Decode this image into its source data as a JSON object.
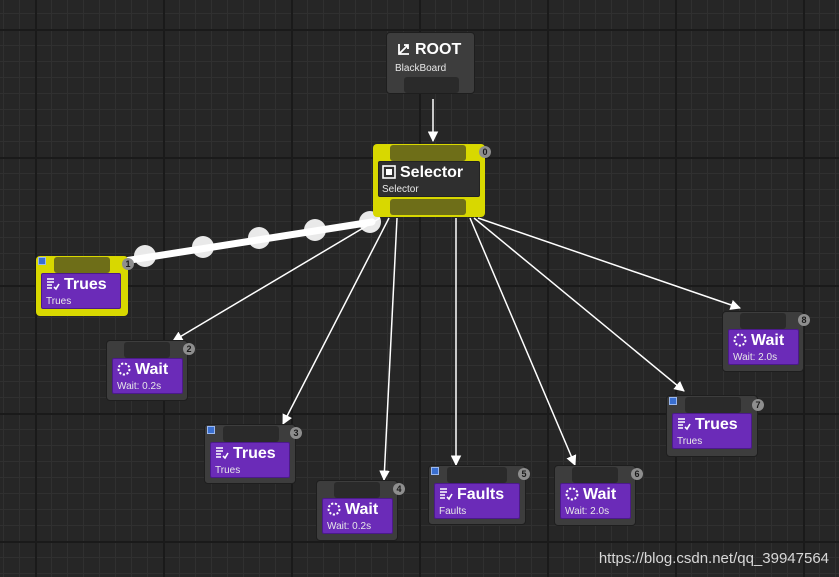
{
  "root": {
    "title": "ROOT",
    "subtitle": "BlackBoard",
    "icon": "root-icon"
  },
  "selector": {
    "title": "Selector",
    "subtitle": "Selector",
    "index": "0",
    "icon": "selector-icon"
  },
  "children": [
    {
      "id": "trues-1",
      "title": "Trues",
      "subtitle": "Trues",
      "index": "1",
      "icon": "condition-list-icon",
      "active": true
    },
    {
      "id": "wait-2",
      "title": "Wait",
      "subtitle": "Wait: 0.2s",
      "index": "2",
      "icon": "wait-icon"
    },
    {
      "id": "trues-3",
      "title": "Trues",
      "subtitle": "Trues",
      "index": "3",
      "icon": "condition-list-icon"
    },
    {
      "id": "wait-4",
      "title": "Wait",
      "subtitle": "Wait: 0.2s",
      "index": "4",
      "icon": "wait-icon"
    },
    {
      "id": "faults-5",
      "title": "Faults",
      "subtitle": "Faults",
      "index": "5",
      "icon": "condition-list-icon"
    },
    {
      "id": "wait-6",
      "title": "Wait",
      "subtitle": "Wait: 2.0s",
      "index": "6",
      "icon": "wait-icon"
    },
    {
      "id": "trues-7",
      "title": "Trues",
      "subtitle": "Trues",
      "index": "7",
      "icon": "condition-list-icon"
    },
    {
      "id": "wait-8",
      "title": "Wait",
      "subtitle": "Wait: 2.0s",
      "index": "8",
      "icon": "wait-icon"
    }
  ],
  "colors": {
    "background": "#262626",
    "task_body": "#6b2bb8",
    "active_highlight": "#d8d800",
    "edge": "#ffffff"
  },
  "watermark": "https://blog.csdn.net/qq_39947564"
}
